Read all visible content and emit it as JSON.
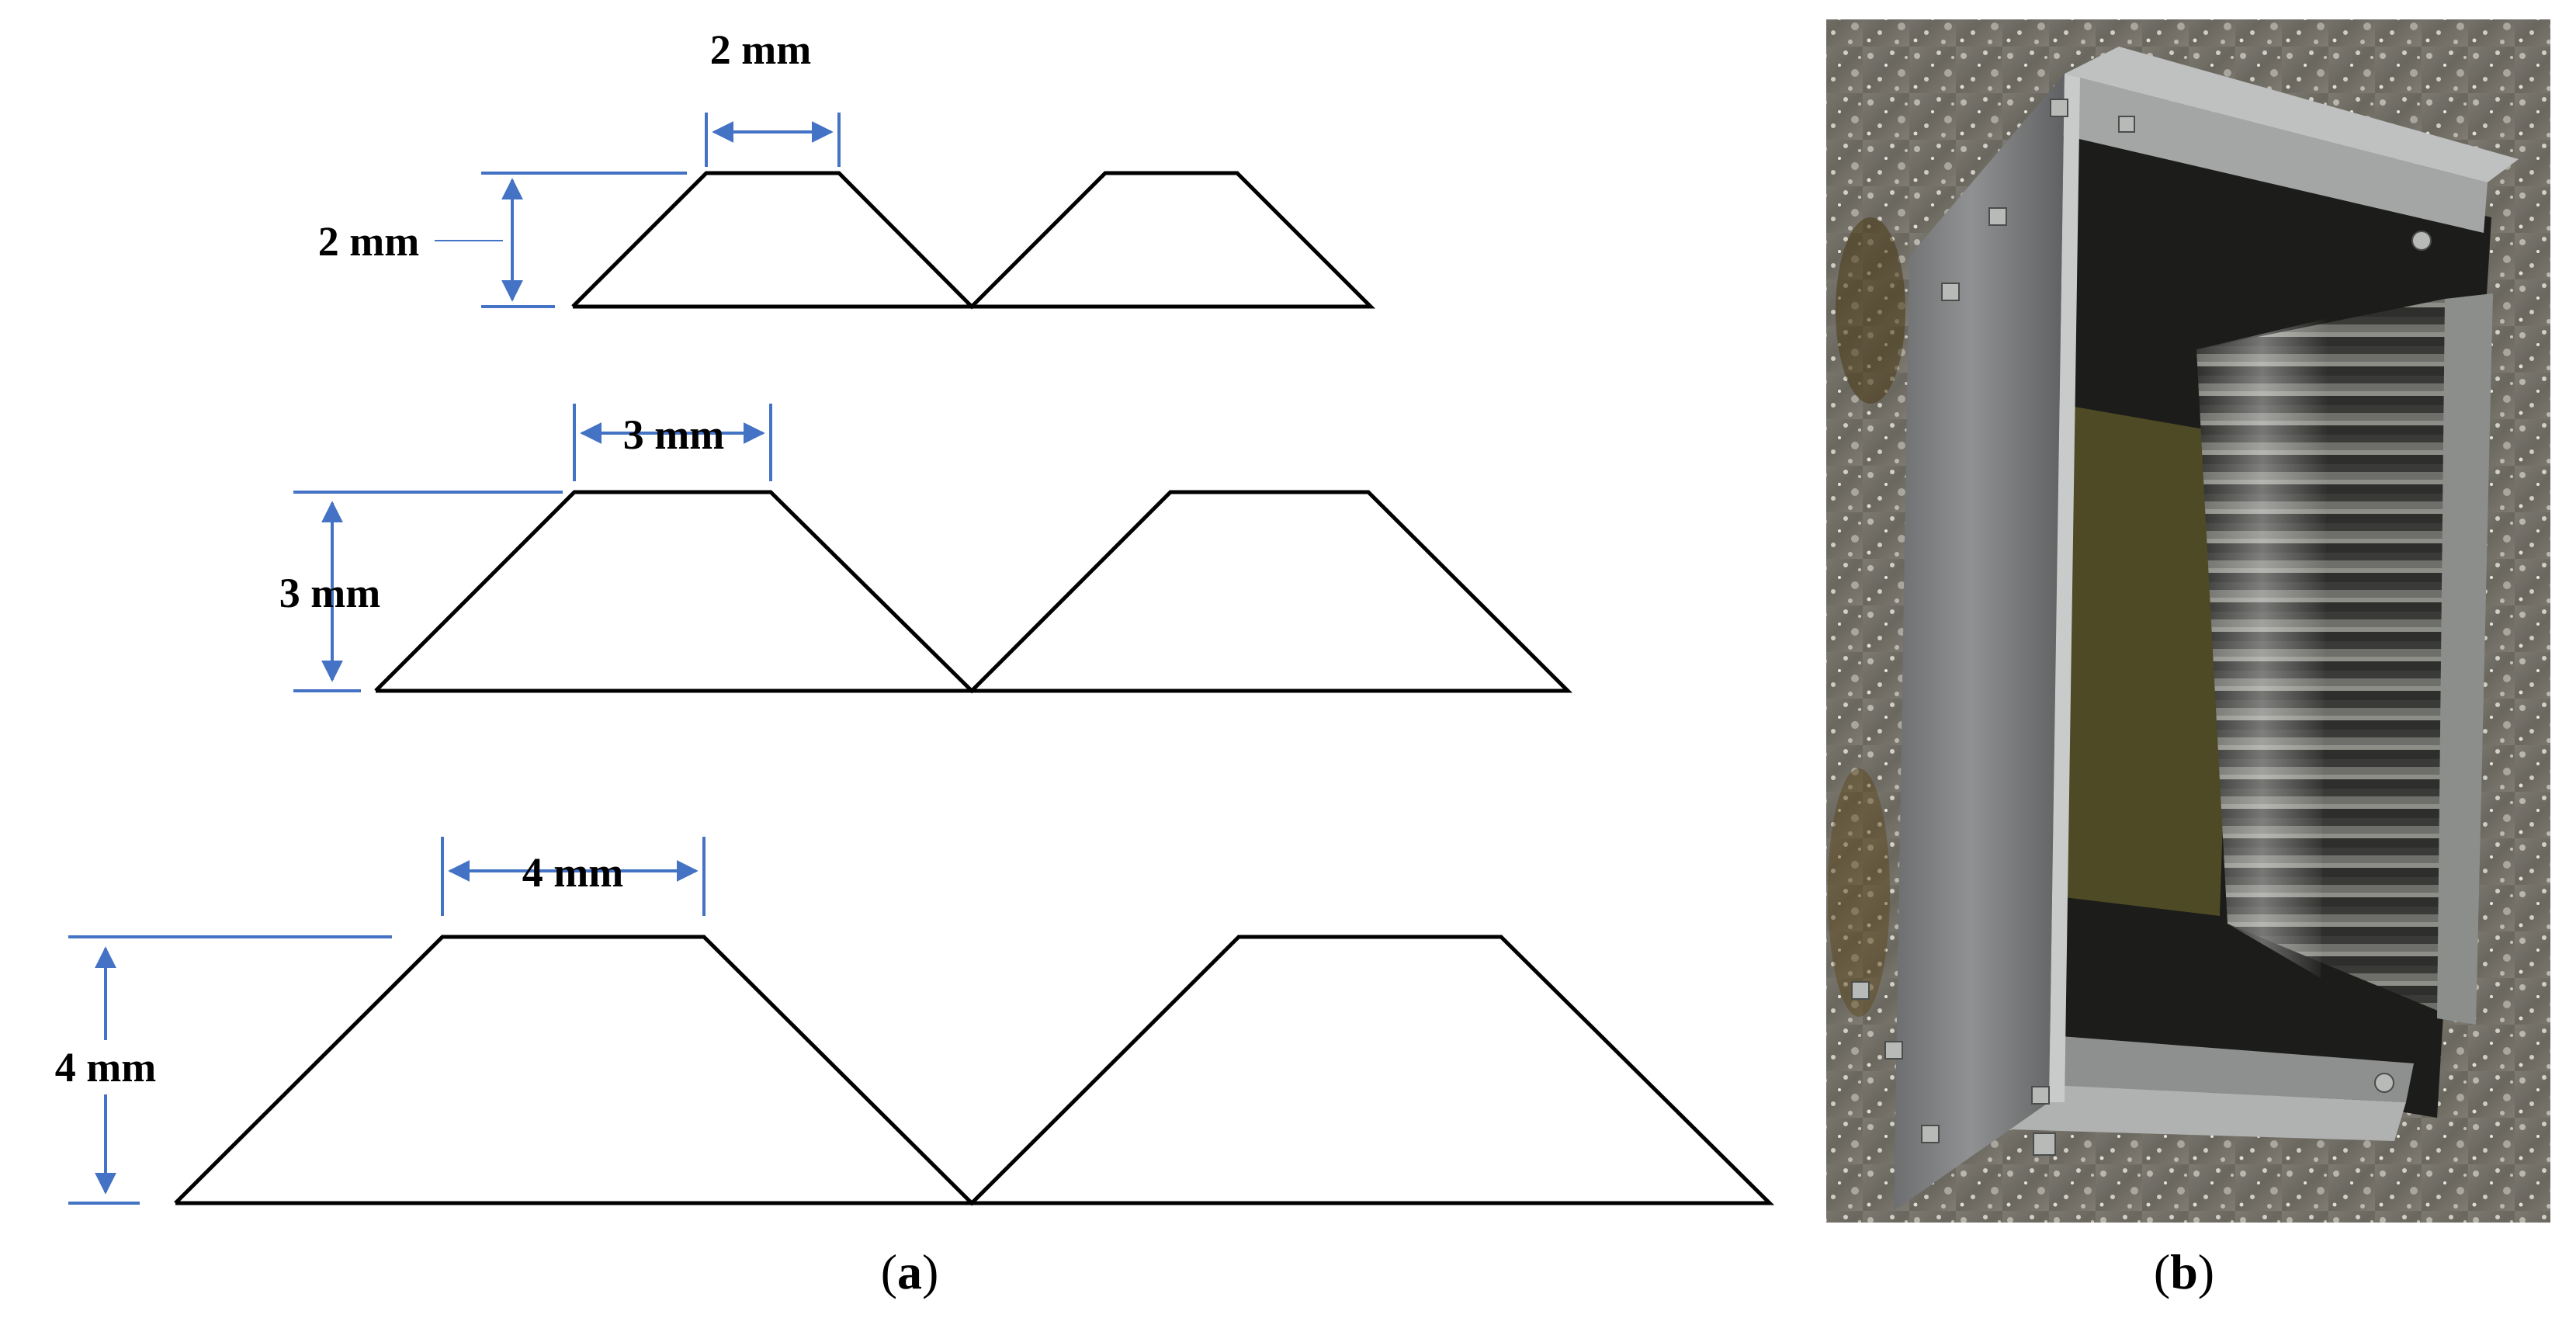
{
  "panel_a": {
    "caption": "a",
    "rows": [
      {
        "width_label": "2 mm",
        "height_label": "2 mm"
      },
      {
        "width_label": "3 mm",
        "height_label": "3 mm"
      },
      {
        "width_label": "4 mm",
        "height_label": "4 mm"
      }
    ]
  },
  "panel_b": {
    "caption": "b",
    "photo": "steel box with corrugated trapezoidal inner wall"
  },
  "colors": {
    "dimension": "#4472C4",
    "outline": "#000000"
  }
}
